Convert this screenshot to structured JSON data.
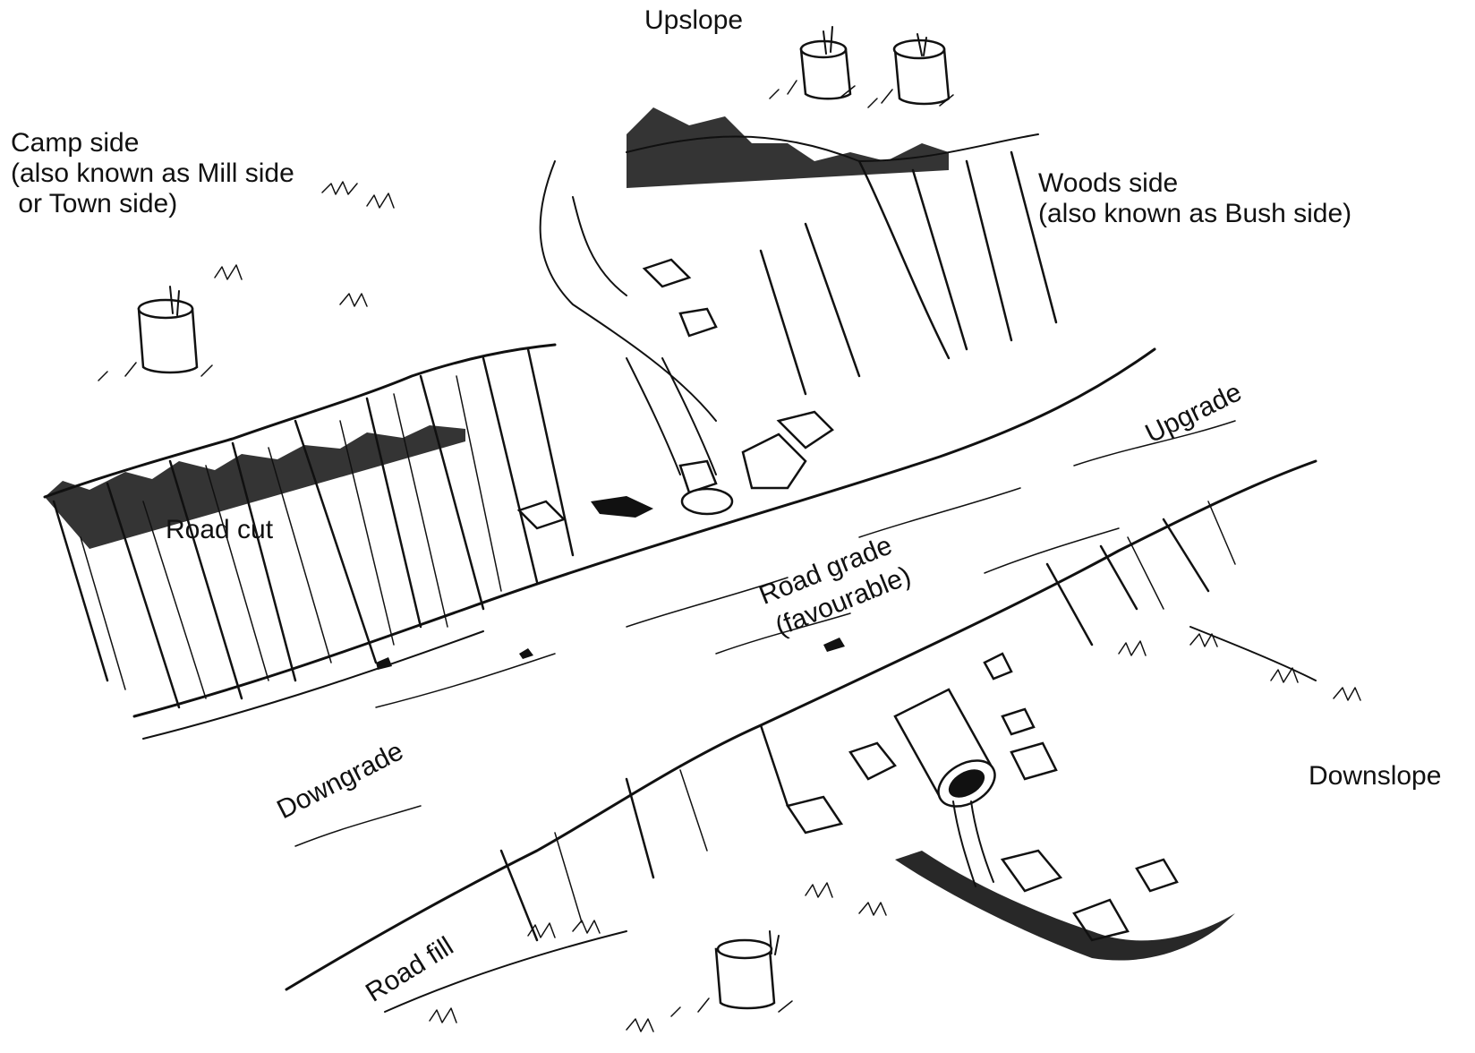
{
  "labels": {
    "upslope": "Upslope",
    "camp_side_1": "Camp side",
    "camp_side_2": "(also known as Mill side",
    "camp_side_3": " or Town side)",
    "woods_side_1": "Woods side",
    "woods_side_2": "(also known as Bush side)",
    "road_cut": "Road cut",
    "upgrade": "Upgrade",
    "road_grade_1": "Road grade",
    "road_grade_2": "(favourable)",
    "downgrade": "Downgrade",
    "downslope": "Downslope",
    "road_fill": "Road fill"
  },
  "colors": {
    "ink": "#111111",
    "paper": "#ffffff"
  }
}
